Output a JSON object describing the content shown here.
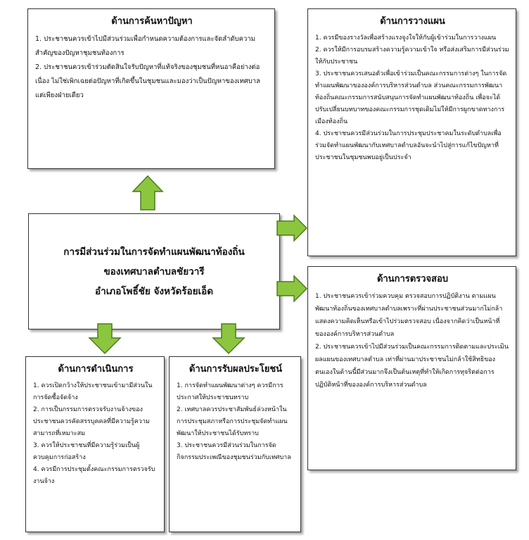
{
  "center": {
    "lines": [
      "การมีส่วนร่วมในการจัดทำแผนพัฒนาท้องถิ่น",
      "ของเทศบาลตำบลชัยวารี",
      "อำเภอโพธิ์ชัย จังหวัดร้อยเอ็ด"
    ]
  },
  "problem": {
    "title": "ด้านการค้นหาปัญหา",
    "items": [
      "1. ประชาชนควรเข้าไปมีส่วนร่วมเพื่อกำหนดความต้องการและจัดลำดับความสำคัญของปัญหาชุมชนท้องการ",
      "2. ประชาชนควรเข้าร่วมตัดสินใจรับปัญหาที่แท้จริงของชุมชนที่หนอาคือย่างต่อเนื่อง ไม่ใช่เพิกเฉยต่อปัญหาที่เกิดขึ้นในชุมชนและมองว่าเป็นปัญหาของเทศบาลแต่เพียงฝ่ายเดียว"
    ]
  },
  "planning": {
    "title": "ด้านการวางแผน",
    "items": [
      "1. ควรมีของรางวัลเพื่อสร้างแรงจูงใจให้กับผู้เข้าร่วมในการวางแผน",
      "2. ควรให้มีการอบรมสร้างความรู้ความเข้าใจ หรือส่งเสริมการมีส่วนร่วมให้กับประชาชน",
      "3. ประชาชนควรเสนอตัวเพื่อเข้าร่วมเป็นคณะกรรมการต่างๆ ในการจัดทำแผนพัฒนาขององค์การบริหารส่วนตำบล ส่วนคณะกรรมการพัฒนาท้องถิ่นคณะกรรมการสนับสนุนการจัดทำแผนพัฒนาท้องถิ่น เพื่อจะได้ปรับเปลี่ยนบทบาทของคณะกรรมการชุดเดิมไม่ให้มีการผูกขาดทางการเมืองท้องถิ่น",
      "4. ประชาชนควรมีส่วนร่วมในการประชุมประชาคมในระดับตำบลเพื่อร่วมจัดทำแผนพัฒนากับเทศบาลตำบลอันจะนำไปสู่การแก้ไขปัญหาที่ประชาชนในชุมชนพบอยู่เป็นประจำ"
    ]
  },
  "inspection": {
    "title": "ด้านการตรวจสอบ",
    "items": [
      "1. ประชาชนควรเข้าร่วมควบคุม ตรวจสอบการปฏิบัติงาน ตามแผนพัฒนาท้องถิ่นของเทศบาลตำบลเพราะที่ผ่านประชาชนส่วนมากไม่กล้าแสดงความคิดเห็นหรือเข้าไปร่วมตรวจสอบ เนื่องจากคิดว่าเป็นหน้าที่ขององค์การบริหารส่วนตำบล",
      "2. ประชาชนควรเข้าไปมีส่วนร่วมเป็นคณะกรรมการติดตามและประเมินผลแผนของเทศบาลตำบล เท่าที่ผ่านมาประชาชนไม่กล้าใช้สิทธิของตนเองในด้านนี้มีส่วนมากจึงเป็นต้นเหตุที่ทำให้เกิดการทุจริตต่อการปฏิบัติหน้าที่ขององค์การบริหารส่วนตำบล"
    ]
  },
  "operation": {
    "title": "ด้านการดำเนินการ",
    "items": [
      "1. ควรเปิดกว้างให้ประชาชนเข้ามามีส่วนในการจัดซื้อจัดจ้าง",
      "2. การเป็นกรรมการตรวจรับงานจ้างของประชาชนควรคัดสรรบุคคลที่มีความรู้ความสามารถที่เหมาะสม",
      "3. ควรให้ประชาชนที่มีความรู้ร่วมเป็นผู้ควบคุมการก่อสร้าง",
      "4. ควรมีการประชุมตั้งคณะกรรมการตรวจรับงานจ้าง"
    ]
  },
  "benefit": {
    "title": "ด้านการรับผลประโยชน์",
    "items": [
      "1. การจัดทำแผนพัฒนาต่างๆ ควรมีการประกาศให้ประชาชนทราบ",
      "2. เทศบาลควรประชาสัมพันธ์ล่วงหน้าในการประชุมสภาหรือการประชุมจัดทำแผนพัฒนาให้ประชาชนได้รับทราบ",
      "3. ประชาชนควรมีส่วนร่วมในการจัดกิจกรรมประเพณีของชุมชนร่วมกับเทศบาล"
    ]
  },
  "colors": {
    "arrow_fill": "#8cc63f",
    "arrow_stroke": "#4e7a1e",
    "border": "#333333"
  }
}
